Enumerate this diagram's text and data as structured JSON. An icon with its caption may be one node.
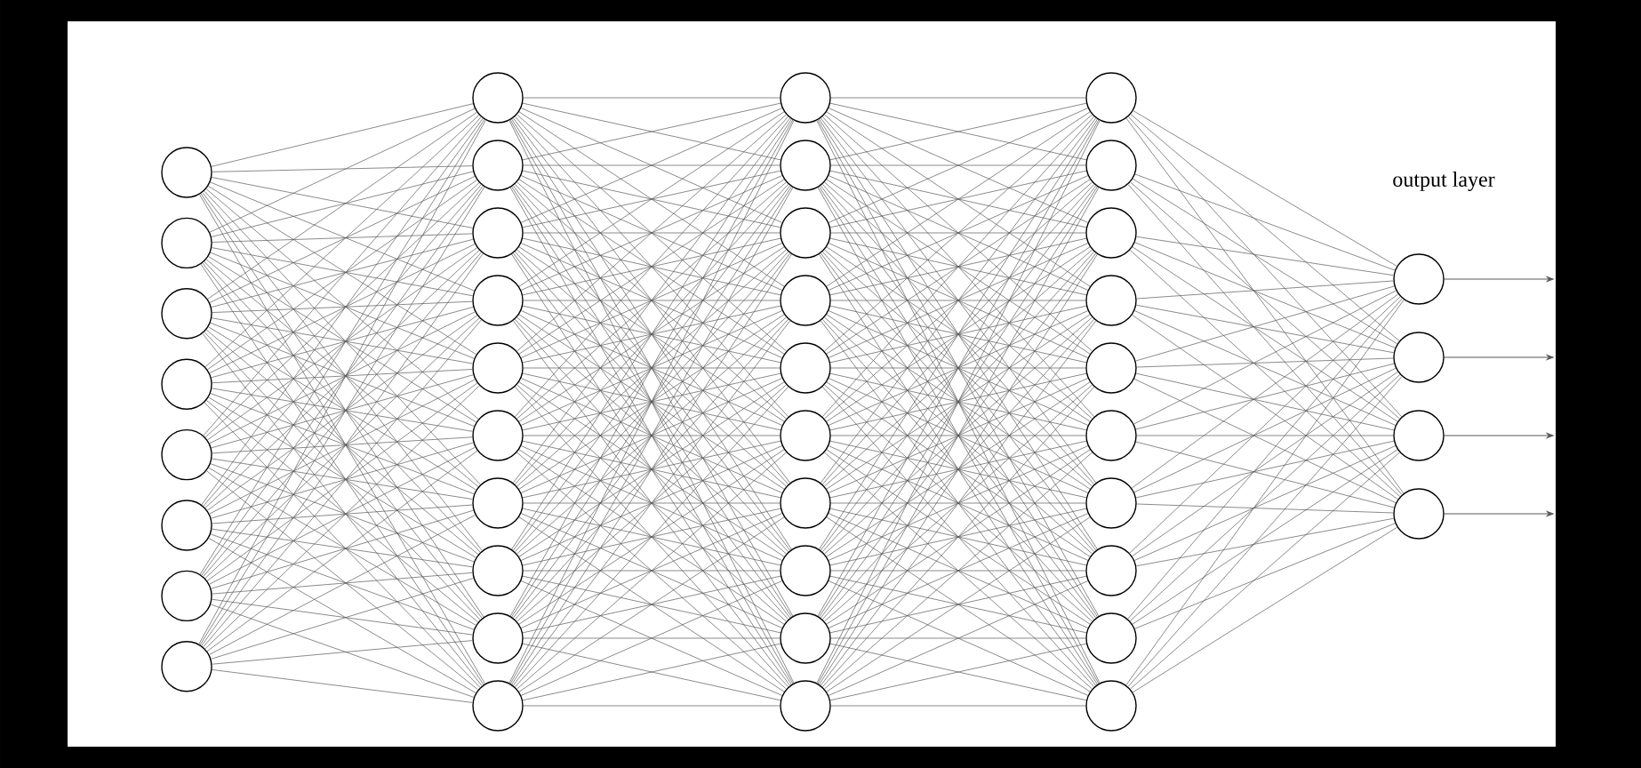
{
  "diagram": {
    "nodes": [
      {
        "text": [],
        "shape": "circle"
      },
      {
        "text": [],
        "shape": "circle"
      },
      {
        "text": [],
        "shape": "circle"
      },
      {
        "text": [],
        "shape": "circle"
      },
      {
        "text": [],
        "shape": "circle"
      },
      {
        "text": [],
        "shape": "circle"
      },
      {
        "text": [],
        "shape": "circle"
      },
      {
        "text": [],
        "shape": "circle"
      },
      {
        "text": [],
        "shape": "circle"
      },
      {
        "text": [],
        "shape": "circle"
      },
      {
        "text": [],
        "shape": "circle"
      },
      {
        "text": [],
        "shape": "circle"
      },
      {
        "text": [],
        "shape": "circle"
      },
      {
        "text": [],
        "shape": "circle"
      },
      {
        "text": [],
        "shape": "circle"
      },
      {
        "text": [],
        "shape": "circle"
      },
      {
        "text": [],
        "shape": "circle"
      },
      {
        "text": [],
        "shape": "circle"
      },
      {
        "text": [],
        "shape": "circle"
      },
      {
        "text": [],
        "shape": "circle"
      },
      {
        "text": [],
        "shape": "circle"
      },
      {
        "text": [],
        "shape": "circle"
      },
      {
        "text": [],
        "shape": "circle"
      },
      {
        "text": [],
        "shape": "circle"
      },
      {
        "text": [],
        "shape": "circle"
      },
      {
        "text": [],
        "shape": "circle"
      },
      {
        "text": [],
        "shape": "circle"
      },
      {
        "text": [],
        "shape": "circle"
      },
      {
        "text": [],
        "shape": "circle"
      },
      {
        "text": [],
        "shape": "circle"
      },
      {
        "text": [],
        "shape": "circle"
      },
      {
        "text": [],
        "shape": "circle"
      },
      {
        "text": [],
        "shape": "circle"
      },
      {
        "text": [],
        "shape": "circle"
      },
      {
        "text": [],
        "shape": "circle"
      },
      {
        "text": [],
        "shape": "circle"
      },
      {
        "text": [],
        "shape": "circle"
      },
      {
        "text": [],
        "shape": "circle"
      },
      {
        "text": [],
        "shape": "circle"
      },
      {
        "text": [],
        "shape": "circle"
      },
      {
        "text": [],
        "shape": "circle"
      },
      {
        "text": [],
        "shape": "circle"
      }
    ],
    "edges": [
      {
        "from": 0,
        "to": 8,
        "arrow": "none"
      },
      {
        "from": 0,
        "to": 9,
        "arrow": "none"
      },
      {
        "from": 0,
        "to": 10,
        "arrow": "none"
      },
      {
        "from": 0,
        "to": 11,
        "arrow": "none"
      },
      {
        "from": 0,
        "to": 12,
        "arrow": "none"
      },
      {
        "from": 0,
        "to": 13,
        "arrow": "none"
      },
      {
        "from": 0,
        "to": 14,
        "arrow": "none"
      },
      {
        "from": 0,
        "to": 15,
        "arrow": "none"
      },
      {
        "from": 0,
        "to": 16,
        "arrow": "none"
      },
      {
        "from": 0,
        "to": 17,
        "arrow": "none"
      },
      {
        "from": 1,
        "to": 8,
        "arrow": "none"
      },
      {
        "from": 1,
        "to": 9,
        "arrow": "none"
      },
      {
        "from": 1,
        "to": 10,
        "arrow": "none"
      },
      {
        "from": 1,
        "to": 11,
        "arrow": "none"
      },
      {
        "from": 1,
        "to": 12,
        "arrow": "none"
      },
      {
        "from": 1,
        "to": 13,
        "arrow": "none"
      },
      {
        "from": 1,
        "to": 14,
        "arrow": "none"
      },
      {
        "from": 1,
        "to": 15,
        "arrow": "none"
      },
      {
        "from": 1,
        "to": 16,
        "arrow": "none"
      },
      {
        "from": 1,
        "to": 17,
        "arrow": "none"
      },
      {
        "from": 2,
        "to": 8,
        "arrow": "none"
      },
      {
        "from": 2,
        "to": 9,
        "arrow": "none"
      },
      {
        "from": 2,
        "to": 10,
        "arrow": "none"
      },
      {
        "from": 2,
        "to": 11,
        "arrow": "none"
      },
      {
        "from": 2,
        "to": 12,
        "arrow": "none"
      },
      {
        "from": 2,
        "to": 13,
        "arrow": "none"
      },
      {
        "from": 2,
        "to": 14,
        "arrow": "none"
      },
      {
        "from": 2,
        "to": 15,
        "arrow": "none"
      },
      {
        "from": 2,
        "to": 16,
        "arrow": "none"
      },
      {
        "from": 2,
        "to": 17,
        "arrow": "none"
      },
      {
        "from": 3,
        "to": 8,
        "arrow": "none"
      },
      {
        "from": 3,
        "to": 9,
        "arrow": "none"
      },
      {
        "from": 3,
        "to": 10,
        "arrow": "none"
      },
      {
        "from": 3,
        "to": 11,
        "arrow": "none"
      },
      {
        "from": 3,
        "to": 12,
        "arrow": "none"
      },
      {
        "from": 3,
        "to": 13,
        "arrow": "none"
      },
      {
        "from": 3,
        "to": 14,
        "arrow": "none"
      },
      {
        "from": 3,
        "to": 15,
        "arrow": "none"
      },
      {
        "from": 3,
        "to": 16,
        "arrow": "none"
      },
      {
        "from": 3,
        "to": 17,
        "arrow": "none"
      },
      {
        "from": 4,
        "to": 8,
        "arrow": "none"
      },
      {
        "from": 4,
        "to": 9,
        "arrow": "none"
      },
      {
        "from": 4,
        "to": 10,
        "arrow": "none"
      },
      {
        "from": 4,
        "to": 11,
        "arrow": "none"
      },
      {
        "from": 4,
        "to": 12,
        "arrow": "none"
      },
      {
        "from": 4,
        "to": 13,
        "arrow": "none"
      },
      {
        "from": 4,
        "to": 14,
        "arrow": "none"
      },
      {
        "from": 4,
        "to": 15,
        "arrow": "none"
      },
      {
        "from": 4,
        "to": 16,
        "arrow": "none"
      },
      {
        "from": 4,
        "to": 17,
        "arrow": "none"
      },
      {
        "from": 5,
        "to": 8,
        "arrow": "none"
      },
      {
        "from": 5,
        "to": 9,
        "arrow": "none"
      },
      {
        "from": 5,
        "to": 10,
        "arrow": "none"
      },
      {
        "from": 5,
        "to": 11,
        "arrow": "none"
      },
      {
        "from": 5,
        "to": 12,
        "arrow": "none"
      },
      {
        "from": 5,
        "to": 13,
        "arrow": "none"
      },
      {
        "from": 5,
        "to": 14,
        "arrow": "none"
      },
      {
        "from": 5,
        "to": 15,
        "arrow": "none"
      },
      {
        "from": 5,
        "to": 16,
        "arrow": "none"
      },
      {
        "from": 5,
        "to": 17,
        "arrow": "none"
      },
      {
        "from": 6,
        "to": 8,
        "arrow": "none"
      },
      {
        "from": 6,
        "to": 9,
        "arrow": "none"
      },
      {
        "from": 6,
        "to": 10,
        "arrow": "none"
      },
      {
        "from": 6,
        "to": 11,
        "arrow": "none"
      },
      {
        "from": 6,
        "to": 12,
        "arrow": "none"
      },
      {
        "from": 6,
        "to": 13,
        "arrow": "none"
      },
      {
        "from": 6,
        "to": 14,
        "arrow": "none"
      },
      {
        "from": 6,
        "to": 15,
        "arrow": "none"
      },
      {
        "from": 6,
        "to": 16,
        "arrow": "none"
      },
      {
        "from": 6,
        "to": 17,
        "arrow": "none"
      },
      {
        "from": 7,
        "to": 8,
        "arrow": "none"
      },
      {
        "from": 7,
        "to": 9,
        "arrow": "none"
      },
      {
        "from": 7,
        "to": 10,
        "arrow": "none"
      },
      {
        "from": 7,
        "to": 11,
        "arrow": "none"
      },
      {
        "from": 7,
        "to": 12,
        "arrow": "none"
      },
      {
        "from": 7,
        "to": 13,
        "arrow": "none"
      },
      {
        "from": 7,
        "to": 14,
        "arrow": "none"
      },
      {
        "from": 7,
        "to": 15,
        "arrow": "none"
      },
      {
        "from": 7,
        "to": 16,
        "arrow": "none"
      },
      {
        "from": 7,
        "to": 17,
        "arrow": "none"
      },
      {
        "from": 8,
        "to": 18,
        "arrow": "none"
      },
      {
        "from": 8,
        "to": 19,
        "arrow": "none"
      },
      {
        "from": 8,
        "to": 20,
        "arrow": "none"
      },
      {
        "from": 8,
        "to": 21,
        "arrow": "none"
      },
      {
        "from": 8,
        "to": 22,
        "arrow": "none"
      },
      {
        "from": 8,
        "to": 23,
        "arrow": "none"
      },
      {
        "from": 8,
        "to": 24,
        "arrow": "none"
      },
      {
        "from": 8,
        "to": 25,
        "arrow": "none"
      },
      {
        "from": 8,
        "to": 26,
        "arrow": "none"
      },
      {
        "from": 8,
        "to": 27,
        "arrow": "none"
      },
      {
        "from": 9,
        "to": 18,
        "arrow": "none"
      },
      {
        "from": 9,
        "to": 19,
        "arrow": "none"
      },
      {
        "from": 9,
        "to": 20,
        "arrow": "none"
      },
      {
        "from": 9,
        "to": 21,
        "arrow": "none"
      },
      {
        "from": 9,
        "to": 22,
        "arrow": "none"
      },
      {
        "from": 9,
        "to": 23,
        "arrow": "none"
      },
      {
        "from": 9,
        "to": 24,
        "arrow": "none"
      },
      {
        "from": 9,
        "to": 25,
        "arrow": "none"
      },
      {
        "from": 9,
        "to": 26,
        "arrow": "none"
      },
      {
        "from": 9,
        "to": 27,
        "arrow": "none"
      },
      {
        "from": 10,
        "to": 18,
        "arrow": "none"
      },
      {
        "from": 10,
        "to": 19,
        "arrow": "none"
      },
      {
        "from": 10,
        "to": 20,
        "arrow": "none"
      },
      {
        "from": 10,
        "to": 21,
        "arrow": "none"
      },
      {
        "from": 10,
        "to": 22,
        "arrow": "none"
      },
      {
        "from": 10,
        "to": 23,
        "arrow": "none"
      },
      {
        "from": 10,
        "to": 24,
        "arrow": "none"
      },
      {
        "from": 10,
        "to": 25,
        "arrow": "none"
      },
      {
        "from": 10,
        "to": 26,
        "arrow": "none"
      },
      {
        "from": 10,
        "to": 27,
        "arrow": "none"
      },
      {
        "from": 11,
        "to": 18,
        "arrow": "none"
      },
      {
        "from": 11,
        "to": 19,
        "arrow": "none"
      },
      {
        "from": 11,
        "to": 20,
        "arrow": "none"
      },
      {
        "from": 11,
        "to": 21,
        "arrow": "none"
      },
      {
        "from": 11,
        "to": 22,
        "arrow": "none"
      },
      {
        "from": 11,
        "to": 23,
        "arrow": "none"
      },
      {
        "from": 11,
        "to": 24,
        "arrow": "none"
      },
      {
        "from": 11,
        "to": 25,
        "arrow": "none"
      },
      {
        "from": 11,
        "to": 26,
        "arrow": "none"
      },
      {
        "from": 11,
        "to": 27,
        "arrow": "none"
      },
      {
        "from": 12,
        "to": 18,
        "arrow": "none"
      },
      {
        "from": 12,
        "to": 19,
        "arrow": "none"
      },
      {
        "from": 12,
        "to": 20,
        "arrow": "none"
      },
      {
        "from": 12,
        "to": 21,
        "arrow": "none"
      },
      {
        "from": 12,
        "to": 22,
        "arrow": "none"
      },
      {
        "from": 12,
        "to": 23,
        "arrow": "none"
      },
      {
        "from": 12,
        "to": 24,
        "arrow": "none"
      },
      {
        "from": 12,
        "to": 25,
        "arrow": "none"
      },
      {
        "from": 12,
        "to": 26,
        "arrow": "none"
      },
      {
        "from": 12,
        "to": 27,
        "arrow": "none"
      },
      {
        "from": 13,
        "to": 18,
        "arrow": "none"
      },
      {
        "from": 13,
        "to": 19,
        "arrow": "none"
      },
      {
        "from": 13,
        "to": 20,
        "arrow": "none"
      },
      {
        "from": 13,
        "to": 21,
        "arrow": "none"
      },
      {
        "from": 13,
        "to": 22,
        "arrow": "none"
      },
      {
        "from": 13,
        "to": 23,
        "arrow": "none"
      },
      {
        "from": 13,
        "to": 24,
        "arrow": "none"
      },
      {
        "from": 13,
        "to": 25,
        "arrow": "none"
      },
      {
        "from": 13,
        "to": 26,
        "arrow": "none"
      },
      {
        "from": 13,
        "to": 27,
        "arrow": "none"
      },
      {
        "from": 14,
        "to": 18,
        "arrow": "none"
      },
      {
        "from": 14,
        "to": 19,
        "arrow": "none"
      },
      {
        "from": 14,
        "to": 20,
        "arrow": "none"
      },
      {
        "from": 14,
        "to": 21,
        "arrow": "none"
      },
      {
        "from": 14,
        "to": 22,
        "arrow": "none"
      },
      {
        "from": 14,
        "to": 23,
        "arrow": "none"
      },
      {
        "from": 14,
        "to": 24,
        "arrow": "none"
      },
      {
        "from": 14,
        "to": 25,
        "arrow": "none"
      },
      {
        "from": 14,
        "to": 26,
        "arrow": "none"
      },
      {
        "from": 14,
        "to": 27,
        "arrow": "none"
      },
      {
        "from": 15,
        "to": 18,
        "arrow": "none"
      },
      {
        "from": 15,
        "to": 19,
        "arrow": "none"
      },
      {
        "from": 15,
        "to": 20,
        "arrow": "none"
      },
      {
        "from": 15,
        "to": 21,
        "arrow": "none"
      },
      {
        "from": 15,
        "to": 22,
        "arrow": "none"
      },
      {
        "from": 15,
        "to": 23,
        "arrow": "none"
      },
      {
        "from": 15,
        "to": 24,
        "arrow": "none"
      },
      {
        "from": 15,
        "to": 25,
        "arrow": "none"
      },
      {
        "from": 15,
        "to": 26,
        "arrow": "none"
      },
      {
        "from": 15,
        "to": 27,
        "arrow": "none"
      },
      {
        "from": 16,
        "to": 18,
        "arrow": "none"
      },
      {
        "from": 16,
        "to": 19,
        "arrow": "none"
      },
      {
        "from": 16,
        "to": 20,
        "arrow": "none"
      },
      {
        "from": 16,
        "to": 21,
        "arrow": "none"
      },
      {
        "from": 16,
        "to": 22,
        "arrow": "none"
      },
      {
        "from": 16,
        "to": 23,
        "arrow": "none"
      },
      {
        "from": 16,
        "to": 24,
        "arrow": "none"
      },
      {
        "from": 16,
        "to": 25,
        "arrow": "none"
      },
      {
        "from": 16,
        "to": 26,
        "arrow": "none"
      },
      {
        "from": 16,
        "to": 27,
        "arrow": "none"
      },
      {
        "from": 17,
        "to": 18,
        "arrow": "none"
      },
      {
        "from": 17,
        "to": 19,
        "arrow": "none"
      },
      {
        "from": 17,
        "to": 20,
        "arrow": "none"
      },
      {
        "from": 17,
        "to": 21,
        "arrow": "none"
      },
      {
        "from": 17,
        "to": 22,
        "arrow": "none"
      },
      {
        "from": 17,
        "to": 23,
        "arrow": "none"
      },
      {
        "from": 17,
        "to": 24,
        "arrow": "none"
      },
      {
        "from": 17,
        "to": 25,
        "arrow": "none"
      },
      {
        "from": 17,
        "to": 26,
        "arrow": "none"
      },
      {
        "from": 17,
        "to": 27,
        "arrow": "none"
      },
      {
        "from": 18,
        "to": 28,
        "arrow": "none"
      },
      {
        "from": 18,
        "to": 29,
        "arrow": "none"
      },
      {
        "from": 18,
        "to": 30,
        "arrow": "none"
      },
      {
        "from": 18,
        "to": 31,
        "arrow": "none"
      },
      {
        "from": 18,
        "to": 32,
        "arrow": "none"
      },
      {
        "from": 18,
        "to": 33,
        "arrow": "none"
      },
      {
        "from": 18,
        "to": 34,
        "arrow": "none"
      },
      {
        "from": 18,
        "to": 35,
        "arrow": "none"
      },
      {
        "from": 18,
        "to": 36,
        "arrow": "none"
      },
      {
        "from": 18,
        "to": 37,
        "arrow": "none"
      },
      {
        "from": 19,
        "to": 28,
        "arrow": "none"
      },
      {
        "from": 19,
        "to": 29,
        "arrow": "none"
      },
      {
        "from": 19,
        "to": 30,
        "arrow": "none"
      },
      {
        "from": 19,
        "to": 31,
        "arrow": "none"
      },
      {
        "from": 19,
        "to": 32,
        "arrow": "none"
      },
      {
        "from": 19,
        "to": 33,
        "arrow": "none"
      },
      {
        "from": 19,
        "to": 34,
        "arrow": "none"
      },
      {
        "from": 19,
        "to": 35,
        "arrow": "none"
      },
      {
        "from": 19,
        "to": 36,
        "arrow": "none"
      },
      {
        "from": 19,
        "to": 37,
        "arrow": "none"
      },
      {
        "from": 20,
        "to": 28,
        "arrow": "none"
      },
      {
        "from": 20,
        "to": 29,
        "arrow": "none"
      },
      {
        "from": 20,
        "to": 30,
        "arrow": "none"
      },
      {
        "from": 20,
        "to": 31,
        "arrow": "none"
      },
      {
        "from": 20,
        "to": 32,
        "arrow": "none"
      },
      {
        "from": 20,
        "to": 33,
        "arrow": "none"
      },
      {
        "from": 20,
        "to": 34,
        "arrow": "none"
      },
      {
        "from": 20,
        "to": 35,
        "arrow": "none"
      },
      {
        "from": 20,
        "to": 36,
        "arrow": "none"
      },
      {
        "from": 20,
        "to": 37,
        "arrow": "none"
      },
      {
        "from": 21,
        "to": 28,
        "arrow": "none"
      },
      {
        "from": 21,
        "to": 29,
        "arrow": "none"
      },
      {
        "from": 21,
        "to": 30,
        "arrow": "none"
      },
      {
        "from": 21,
        "to": 31,
        "arrow": "none"
      },
      {
        "from": 21,
        "to": 32,
        "arrow": "none"
      },
      {
        "from": 21,
        "to": 33,
        "arrow": "none"
      },
      {
        "from": 21,
        "to": 34,
        "arrow": "none"
      },
      {
        "from": 21,
        "to": 35,
        "arrow": "none"
      },
      {
        "from": 21,
        "to": 36,
        "arrow": "none"
      },
      {
        "from": 21,
        "to": 37,
        "arrow": "none"
      },
      {
        "from": 22,
        "to": 28,
        "arrow": "none"
      },
      {
        "from": 22,
        "to": 29,
        "arrow": "none"
      },
      {
        "from": 22,
        "to": 30,
        "arrow": "none"
      },
      {
        "from": 22,
        "to": 31,
        "arrow": "none"
      },
      {
        "from": 22,
        "to": 32,
        "arrow": "none"
      },
      {
        "from": 22,
        "to": 33,
        "arrow": "none"
      },
      {
        "from": 22,
        "to": 34,
        "arrow": "none"
      },
      {
        "from": 22,
        "to": 35,
        "arrow": "none"
      },
      {
        "from": 22,
        "to": 36,
        "arrow": "none"
      },
      {
        "from": 22,
        "to": 37,
        "arrow": "none"
      },
      {
        "from": 23,
        "to": 28,
        "arrow": "none"
      },
      {
        "from": 23,
        "to": 29,
        "arrow": "none"
      },
      {
        "from": 23,
        "to": 30,
        "arrow": "none"
      },
      {
        "from": 23,
        "to": 31,
        "arrow": "none"
      },
      {
        "from": 23,
        "to": 32,
        "arrow": "none"
      },
      {
        "from": 23,
        "to": 33,
        "arrow": "none"
      },
      {
        "from": 23,
        "to": 34,
        "arrow": "none"
      },
      {
        "from": 23,
        "to": 35,
        "arrow": "none"
      },
      {
        "from": 23,
        "to": 36,
        "arrow": "none"
      },
      {
        "from": 23,
        "to": 37,
        "arrow": "none"
      },
      {
        "from": 24,
        "to": 28,
        "arrow": "none"
      },
      {
        "from": 24,
        "to": 29,
        "arrow": "none"
      },
      {
        "from": 24,
        "to": 30,
        "arrow": "none"
      },
      {
        "from": 24,
        "to": 31,
        "arrow": "none"
      },
      {
        "from": 24,
        "to": 32,
        "arrow": "none"
      },
      {
        "from": 24,
        "to": 33,
        "arrow": "none"
      },
      {
        "from": 24,
        "to": 34,
        "arrow": "none"
      },
      {
        "from": 24,
        "to": 35,
        "arrow": "none"
      },
      {
        "from": 24,
        "to": 36,
        "arrow": "none"
      },
      {
        "from": 24,
        "to": 37,
        "arrow": "none"
      },
      {
        "from": 25,
        "to": 28,
        "arrow": "none"
      },
      {
        "from": 25,
        "to": 29,
        "arrow": "none"
      },
      {
        "from": 25,
        "to": 30,
        "arrow": "none"
      },
      {
        "from": 25,
        "to": 31,
        "arrow": "none"
      },
      {
        "from": 25,
        "to": 32,
        "arrow": "none"
      },
      {
        "from": 25,
        "to": 33,
        "arrow": "none"
      },
      {
        "from": 25,
        "to": 34,
        "arrow": "none"
      },
      {
        "from": 25,
        "to": 35,
        "arrow": "none"
      },
      {
        "from": 25,
        "to": 36,
        "arrow": "none"
      },
      {
        "from": 25,
        "to": 37,
        "arrow": "none"
      },
      {
        "from": 26,
        "to": 28,
        "arrow": "none"
      },
      {
        "from": 26,
        "to": 29,
        "arrow": "none"
      },
      {
        "from": 26,
        "to": 30,
        "arrow": "none"
      },
      {
        "from": 26,
        "to": 31,
        "arrow": "none"
      },
      {
        "from": 26,
        "to": 32,
        "arrow": "none"
      },
      {
        "from": 26,
        "to": 33,
        "arrow": "none"
      },
      {
        "from": 26,
        "to": 34,
        "arrow": "none"
      },
      {
        "from": 26,
        "to": 35,
        "arrow": "none"
      },
      {
        "from": 26,
        "to": 36,
        "arrow": "none"
      },
      {
        "from": 26,
        "to": 37,
        "arrow": "none"
      },
      {
        "from": 27,
        "to": 28,
        "arrow": "none"
      },
      {
        "from": 27,
        "to": 29,
        "arrow": "none"
      },
      {
        "from": 27,
        "to": 30,
        "arrow": "none"
      },
      {
        "from": 27,
        "to": 31,
        "arrow": "none"
      },
      {
        "from": 27,
        "to": 32,
        "arrow": "none"
      },
      {
        "from": 27,
        "to": 33,
        "arrow": "none"
      },
      {
        "from": 27,
        "to": 34,
        "arrow": "none"
      },
      {
        "from": 27,
        "to": 35,
        "arrow": "none"
      },
      {
        "from": 27,
        "to": 36,
        "arrow": "none"
      },
      {
        "from": 27,
        "to": 37,
        "arrow": "none"
      },
      {
        "from": 28,
        "to": 38,
        "arrow": "none"
      },
      {
        "from": 28,
        "to": 39,
        "arrow": "none"
      },
      {
        "from": 28,
        "to": 40,
        "arrow": "none"
      },
      {
        "from": 28,
        "to": 41,
        "arrow": "none"
      },
      {
        "from": 29,
        "to": 38,
        "arrow": "none"
      },
      {
        "from": 29,
        "to": 39,
        "arrow": "none"
      },
      {
        "from": 29,
        "to": 40,
        "arrow": "none"
      },
      {
        "from": 29,
        "to": 41,
        "arrow": "none"
      },
      {
        "from": 30,
        "to": 38,
        "arrow": "none"
      },
      {
        "from": 30,
        "to": 39,
        "arrow": "none"
      },
      {
        "from": 30,
        "to": 40,
        "arrow": "none"
      },
      {
        "from": 30,
        "to": 41,
        "arrow": "none"
      },
      {
        "from": 31,
        "to": 38,
        "arrow": "none"
      },
      {
        "from": 31,
        "to": 39,
        "arrow": "none"
      },
      {
        "from": 31,
        "to": 40,
        "arrow": "none"
      },
      {
        "from": 31,
        "to": 41,
        "arrow": "none"
      },
      {
        "from": 32,
        "to": 38,
        "arrow": "none"
      },
      {
        "from": 32,
        "to": 39,
        "arrow": "none"
      },
      {
        "from": 32,
        "to": 40,
        "arrow": "none"
      },
      {
        "from": 32,
        "to": 41,
        "arrow": "none"
      },
      {
        "from": 33,
        "to": 38,
        "arrow": "none"
      },
      {
        "from": 33,
        "to": 39,
        "arrow": "none"
      },
      {
        "from": 33,
        "to": 40,
        "arrow": "none"
      },
      {
        "from": 33,
        "to": 41,
        "arrow": "none"
      },
      {
        "from": 34,
        "to": 38,
        "arrow": "none"
      },
      {
        "from": 34,
        "to": 39,
        "arrow": "none"
      },
      {
        "from": 34,
        "to": 40,
        "arrow": "none"
      },
      {
        "from": 34,
        "to": 41,
        "arrow": "none"
      },
      {
        "from": 35,
        "to": 38,
        "arrow": "none"
      },
      {
        "from": 35,
        "to": 39,
        "arrow": "none"
      },
      {
        "from": 35,
        "to": 40,
        "arrow": "none"
      },
      {
        "from": 35,
        "to": 41,
        "arrow": "none"
      },
      {
        "from": 36,
        "to": 38,
        "arrow": "none"
      },
      {
        "from": 36,
        "to": 39,
        "arrow": "none"
      },
      {
        "from": 36,
        "to": 40,
        "arrow": "none"
      },
      {
        "from": 36,
        "to": 41,
        "arrow": "none"
      },
      {
        "from": 37,
        "to": 38,
        "arrow": "none"
      },
      {
        "from": 37,
        "to": 39,
        "arrow": "none"
      },
      {
        "from": 37,
        "to": 40,
        "arrow": "none"
      },
      {
        "from": 37,
        "to": 41,
        "arrow": "none"
      },
      {
        "from": 38,
        "to": null,
        "arrow": "to"
      },
      {
        "from": 39,
        "to": null,
        "arrow": "to"
      },
      {
        "from": 40,
        "to": null,
        "arrow": "to"
      },
      {
        "from": 41,
        "to": null,
        "arrow": "to"
      }
    ],
    "labels": [
      "output layer"
    ]
  }
}
